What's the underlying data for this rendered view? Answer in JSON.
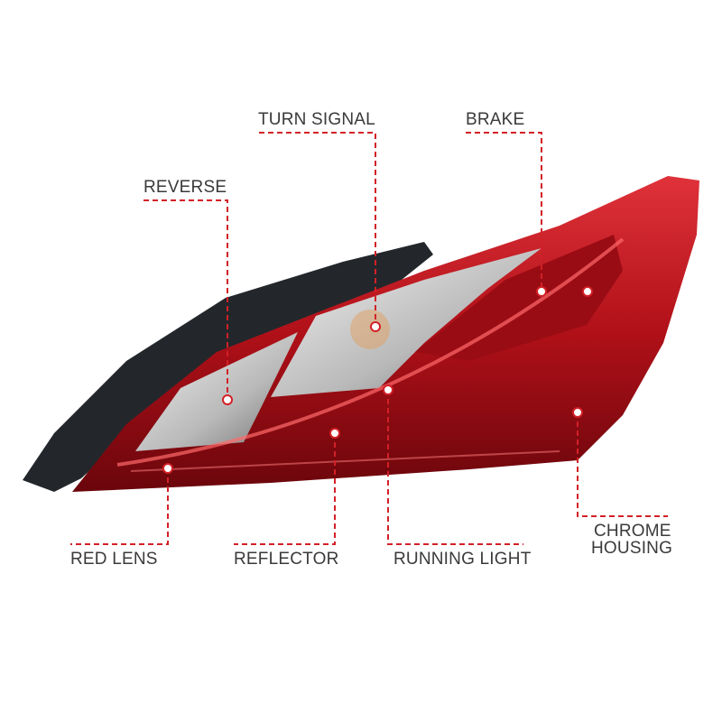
{
  "accent_color": "#d32027",
  "labels": {
    "turn_signal": "TURN SIGNAL",
    "brake": "BRAKE",
    "reverse": "REVERSE",
    "red_lens": "RED LENS",
    "reflector": "REFLECTOR",
    "running_light": "RUNNING LIGHT",
    "chrome_housing_line1": "CHROME",
    "chrome_housing_line2": "HOUSING"
  }
}
